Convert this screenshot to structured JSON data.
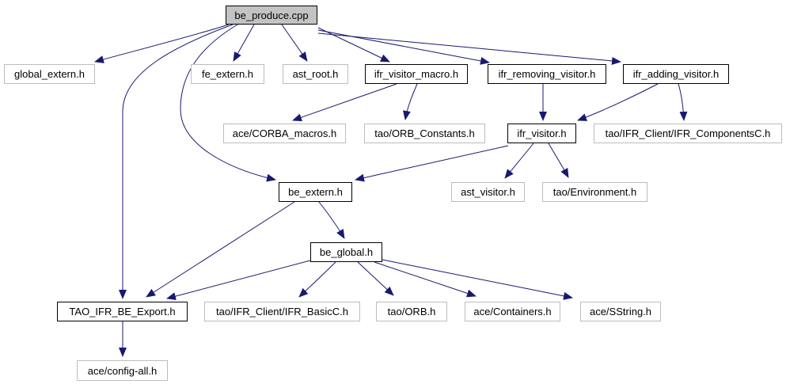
{
  "diagram": {
    "type": "include-dependency-graph",
    "root": "be_produce.cpp",
    "colors": {
      "edge": "#191970",
      "root_fill": "#c3c3c3",
      "node_fill": "#ffffff",
      "internal_border": "#000000",
      "external_border": "#bdbdbd",
      "text": "#000000",
      "background": "#ffffff"
    },
    "nodes": [
      {
        "label": "be_produce.cpp",
        "kind": "root"
      },
      {
        "label": "global_extern.h",
        "kind": "external"
      },
      {
        "label": "fe_extern.h",
        "kind": "external"
      },
      {
        "label": "ast_root.h",
        "kind": "external"
      },
      {
        "label": "ifr_visitor_macro.h",
        "kind": "internal"
      },
      {
        "label": "ifr_removing_visitor.h",
        "kind": "internal"
      },
      {
        "label": "ifr_adding_visitor.h",
        "kind": "internal"
      },
      {
        "label": "ace/CORBA_macros.h",
        "kind": "external"
      },
      {
        "label": "tao/ORB_Constants.h",
        "kind": "external"
      },
      {
        "label": "ifr_visitor.h",
        "kind": "internal"
      },
      {
        "label": "tao/IFR_Client/IFR_ComponentsC.h",
        "kind": "external"
      },
      {
        "label": "be_extern.h",
        "kind": "internal"
      },
      {
        "label": "ast_visitor.h",
        "kind": "external"
      },
      {
        "label": "tao/Environment.h",
        "kind": "external"
      },
      {
        "label": "be_global.h",
        "kind": "internal"
      },
      {
        "label": "TAO_IFR_BE_Export.h",
        "kind": "internal"
      },
      {
        "label": "tao/IFR_Client/IFR_BasicC.h",
        "kind": "external"
      },
      {
        "label": "tao/ORB.h",
        "kind": "external"
      },
      {
        "label": "ace/Containers.h",
        "kind": "external"
      },
      {
        "label": "ace/SString.h",
        "kind": "external"
      },
      {
        "label": "ace/config-all.h",
        "kind": "external"
      }
    ],
    "edges": [
      {
        "from": "be_produce.cpp",
        "to": "global_extern.h"
      },
      {
        "from": "be_produce.cpp",
        "to": "TAO_IFR_BE_Export.h"
      },
      {
        "from": "be_produce.cpp",
        "to": "be_extern.h"
      },
      {
        "from": "be_produce.cpp",
        "to": "fe_extern.h"
      },
      {
        "from": "be_produce.cpp",
        "to": "ast_root.h"
      },
      {
        "from": "be_produce.cpp",
        "to": "ifr_visitor_macro.h"
      },
      {
        "from": "be_produce.cpp",
        "to": "ifr_removing_visitor.h"
      },
      {
        "from": "be_produce.cpp",
        "to": "ifr_adding_visitor.h"
      },
      {
        "from": "ifr_visitor_macro.h",
        "to": "ace/CORBA_macros.h"
      },
      {
        "from": "ifr_visitor_macro.h",
        "to": "tao/ORB_Constants.h"
      },
      {
        "from": "ifr_removing_visitor.h",
        "to": "ifr_visitor.h"
      },
      {
        "from": "ifr_adding_visitor.h",
        "to": "ifr_visitor.h"
      },
      {
        "from": "ifr_adding_visitor.h",
        "to": "tao/IFR_Client/IFR_ComponentsC.h"
      },
      {
        "from": "ifr_visitor.h",
        "to": "be_extern.h"
      },
      {
        "from": "ifr_visitor.h",
        "to": "ast_visitor.h"
      },
      {
        "from": "ifr_visitor.h",
        "to": "tao/Environment.h"
      },
      {
        "from": "be_extern.h",
        "to": "be_global.h"
      },
      {
        "from": "be_extern.h",
        "to": "TAO_IFR_BE_Export.h"
      },
      {
        "from": "be_global.h",
        "to": "TAO_IFR_BE_Export.h"
      },
      {
        "from": "be_global.h",
        "to": "tao/IFR_Client/IFR_BasicC.h"
      },
      {
        "from": "be_global.h",
        "to": "tao/ORB.h"
      },
      {
        "from": "be_global.h",
        "to": "ace/Containers.h"
      },
      {
        "from": "be_global.h",
        "to": "ace/SString.h"
      },
      {
        "from": "TAO_IFR_BE_Export.h",
        "to": "ace/config-all.h"
      }
    ]
  }
}
